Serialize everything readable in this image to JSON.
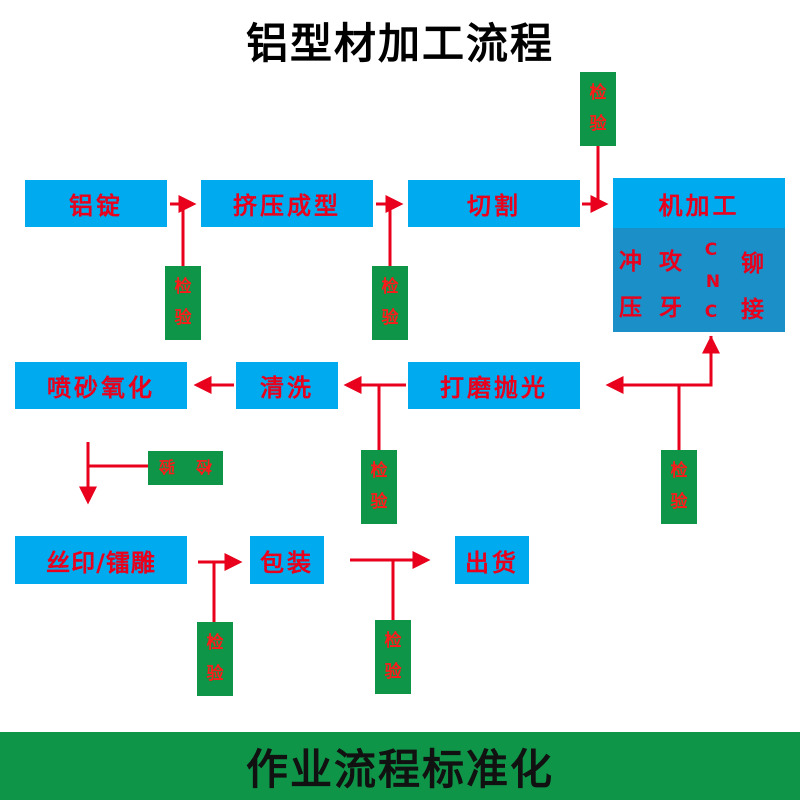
{
  "title": "铝型材加工流程",
  "steps": {
    "ingot": "铝锭",
    "extrusion": "挤压成型",
    "cutting": "切割",
    "machining": "机加工",
    "polishing": "打磨抛光",
    "cleaning": "清洗",
    "sandblast_oxidation": "喷砂氧化",
    "print_engrave": "丝印/镭雕",
    "packaging": "包装",
    "shipping": "出货"
  },
  "machining_ops": {
    "punch": "冲",
    "tap": "攻",
    "press": "压",
    "thread": "牙",
    "rivet": "铆",
    "join": "接",
    "cnc": [
      "C",
      "N",
      "C"
    ]
  },
  "inspection": [
    "检",
    "验"
  ],
  "footer": "作业流程标准化",
  "colors": {
    "box": "#00aaee",
    "box_text": "#e8001c",
    "inspection_bg": "#0e9548",
    "arrow": "#e8001c",
    "footer_bg": "#0e9548"
  }
}
